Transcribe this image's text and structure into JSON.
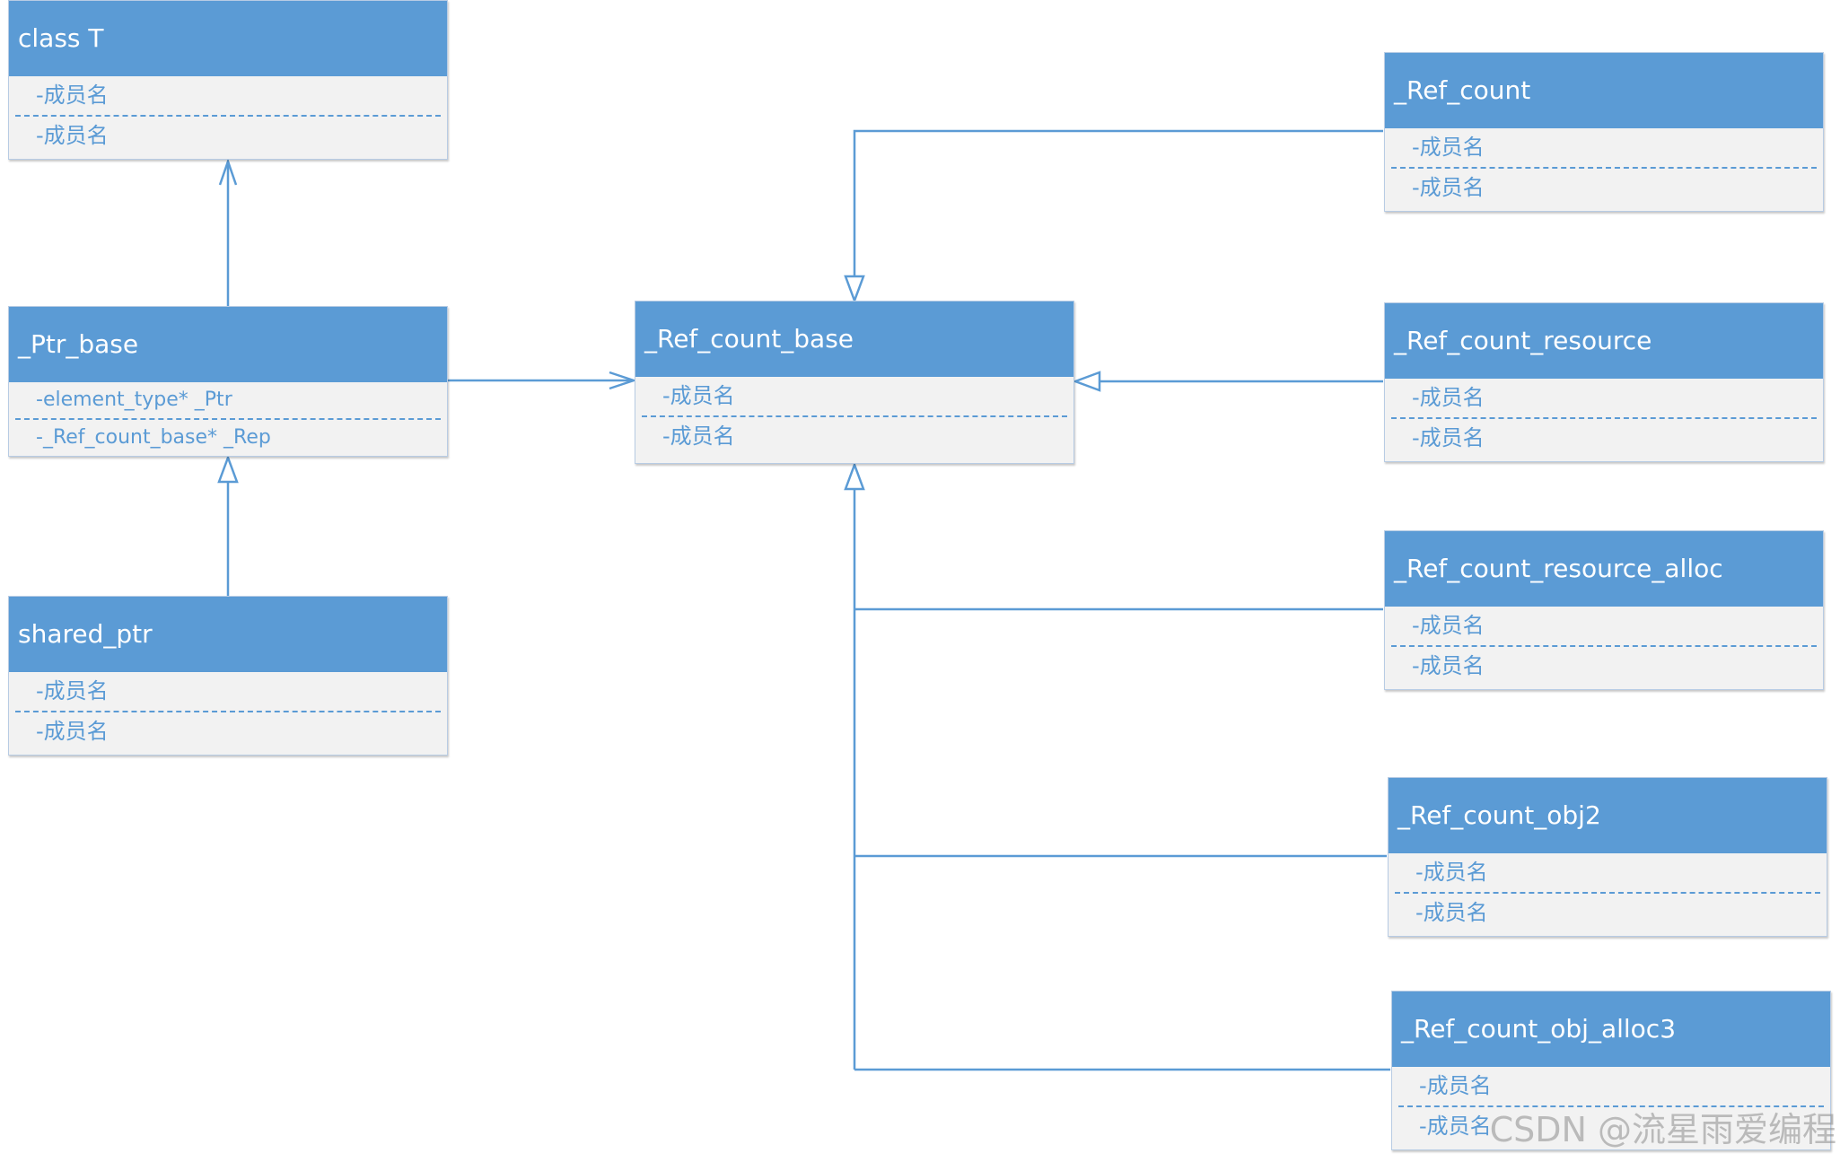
{
  "classes": {
    "class_t": {
      "name": "class T",
      "members": [
        "-成员名",
        "-成员名"
      ]
    },
    "ptr_base": {
      "name": "_Ptr_base",
      "members": [
        "-element_type* _Ptr",
        "-_Ref_count_base* _Rep"
      ]
    },
    "shared_ptr": {
      "name": "shared_ptr",
      "members": [
        "-成员名",
        "-成员名"
      ]
    },
    "ref_count_base": {
      "name": "_Ref_count_base",
      "members": [
        "-成员名",
        "-成员名"
      ]
    },
    "ref_count": {
      "name": "_Ref_count",
      "members": [
        "-成员名",
        "-成员名"
      ]
    },
    "ref_count_resource": {
      "name": "_Ref_count_resource",
      "members": [
        "-成员名",
        "-成员名"
      ]
    },
    "ref_count_resource_alloc": {
      "name": "_Ref_count_resource_alloc",
      "members": [
        "-成员名",
        "-成员名"
      ]
    },
    "ref_count_obj2": {
      "name": "_Ref_count_obj2",
      "members": [
        "-成员名",
        "-成员名"
      ]
    },
    "ref_count_obj_alloc3": {
      "name": "_Ref_count_obj_alloc3",
      "members": [
        "-成员名",
        "-成员名"
      ]
    }
  },
  "relations": [
    {
      "from": "ptr_base",
      "to": "class_t",
      "kind": "association"
    },
    {
      "from": "shared_ptr",
      "to": "ptr_base",
      "kind": "inheritance"
    },
    {
      "from": "ptr_base",
      "to": "ref_count_base",
      "kind": "association"
    },
    {
      "from": "ref_count",
      "to": "ref_count_base",
      "kind": "inheritance"
    },
    {
      "from": "ref_count_resource",
      "to": "ref_count_base",
      "kind": "inheritance"
    },
    {
      "from": "ref_count_resource_alloc",
      "to": "ref_count_base",
      "kind": "inheritance"
    },
    {
      "from": "ref_count_obj2",
      "to": "ref_count_base",
      "kind": "inheritance"
    },
    {
      "from": "ref_count_obj_alloc3",
      "to": "ref_count_base",
      "kind": "inheritance"
    }
  ],
  "colors": {
    "header": "#5b9bd5",
    "body": "#f2f2f2",
    "member_text": "#5b9bd5",
    "line": "#5b9bd5"
  },
  "watermark": "CSDN @流星雨爱编程"
}
